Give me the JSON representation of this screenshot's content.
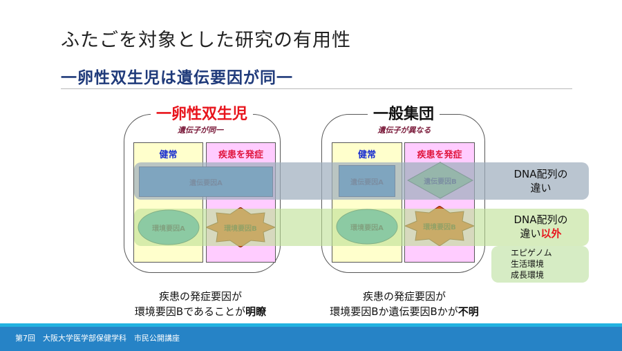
{
  "slide": {
    "title": "ふたごを対象とした研究の有用性",
    "subtitle": "一卵性双生児は遺伝要因が同一"
  },
  "left_panel": {
    "label": "一卵性双生児",
    "label_color": "#e8141c",
    "note": "遺伝子が同一",
    "columns": {
      "healthy": "健常",
      "disease": "疾患を発症"
    },
    "shapes": {
      "genetic_a": "遺伝要因A",
      "env_a": "環境要因A",
      "env_b": "環境要因B"
    },
    "caption": {
      "line1": "疾患の発症要因が",
      "line2_prefix": "環境要因Bであることが",
      "line2_bold": "明瞭"
    }
  },
  "right_panel": {
    "label": "一般集団",
    "label_color": "#111111",
    "note": "遺伝子が異なる",
    "columns": {
      "healthy": "健常",
      "disease": "疾患を発症"
    },
    "shapes": {
      "genetic_a": "遺伝要因A",
      "genetic_b": "遺伝要因B",
      "env_a": "環境要因A",
      "env_b": "環境要因B"
    },
    "caption": {
      "line1": "疾患の発症要因が",
      "line2_prefix": "環境要因Bか遺伝要因Bかが",
      "line2_bold": "不明"
    }
  },
  "legend": {
    "dna_diff": {
      "line1": "DNA配列の",
      "line2": "違い"
    },
    "non_dna": {
      "line1": "DNA配列の",
      "line2_prefix": "違い",
      "line2_emph": "以外"
    },
    "examples": [
      "エピゲノム",
      "生活環境",
      "成長環境"
    ]
  },
  "colors": {
    "healthy_col": "#ffffcc",
    "disease_col": "#ffccff",
    "genetic_a_fill": "#2e8bc0",
    "genetic_b_fill": "#7ec87a",
    "env_a_fill": "#3aa7b8",
    "env_b_fill": "#d9541e",
    "healthy_head": "#1a2fd0",
    "disease_head": "#e0143c",
    "emphasis_red": "#e8141c"
  },
  "footer": {
    "text": "第7回　大阪大学医学部保健学科　市民公開講座"
  }
}
